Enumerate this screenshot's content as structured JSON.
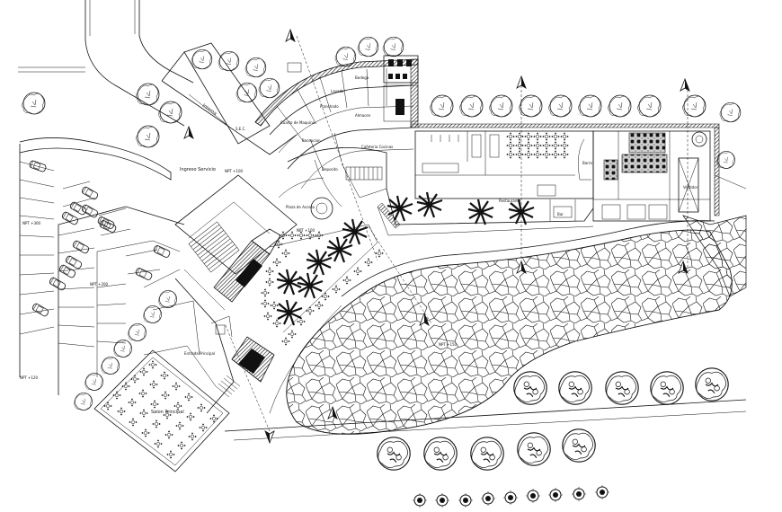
{
  "labels": {
    "interna": "Interna",
    "sec": "S.E.C.",
    "ingreso_servicio": "Ingreso Servicio",
    "cuarto_maquinas": "Cuarto de Maquinas",
    "lavado": "Lavado",
    "bodega": "Bodega",
    "planchado": "Planchado",
    "almacen": "Almacen",
    "recepcion": "Recepcion",
    "deposito": "Deposito",
    "cafeteria": "Cafeteria Cocinas",
    "barra": "Barra",
    "vestidor": "Vestidor",
    "restaurante": "Restaurante",
    "bar": "Bar",
    "salon_principal": "Salon Principal",
    "entrada": "Entrada Principal",
    "plaza": "Plaza de Acceso",
    "nivel_1": "NPT +100",
    "nivel_2": "NPT +200",
    "nivel_3": "NPT +300",
    "nivel_4": "NPT +120",
    "nivel_5": "NPT +150",
    "nivel_6": "NPT +100"
  },
  "colors": {
    "line": "#111111",
    "background": "#ffffff"
  },
  "icons": [
    "tree-icon",
    "palm-tree-icon",
    "north-arrow-icon",
    "car-icon",
    "table-set-icon",
    "shrub-icon"
  ]
}
